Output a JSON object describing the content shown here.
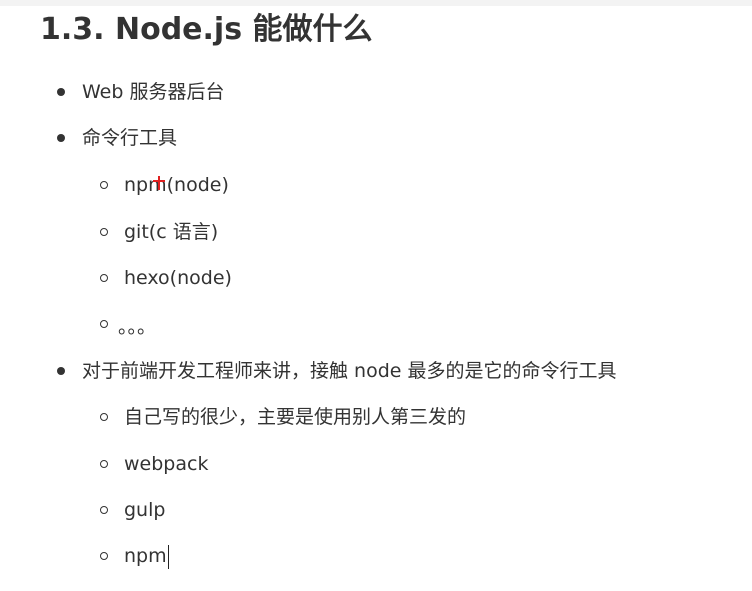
{
  "heading": "1.3. Node.js 能做什么",
  "items": [
    {
      "text": "Web 服务器后台"
    },
    {
      "text": "命令行工具"
    },
    {
      "text": "npm(node)"
    },
    {
      "text": "git(c 语言)"
    },
    {
      "text": "hexo(node)"
    },
    {
      "text": "。。。"
    },
    {
      "text": "对于前端开发工程师来讲，接触 node 最多的是它的命令行工具"
    },
    {
      "text": "自己写的很少，主要是使用别人第三发的"
    },
    {
      "text": "webpack"
    },
    {
      "text": "gulp"
    },
    {
      "text": "npm"
    }
  ],
  "colors": {
    "text": "#333333",
    "cursor": "#e02020"
  }
}
